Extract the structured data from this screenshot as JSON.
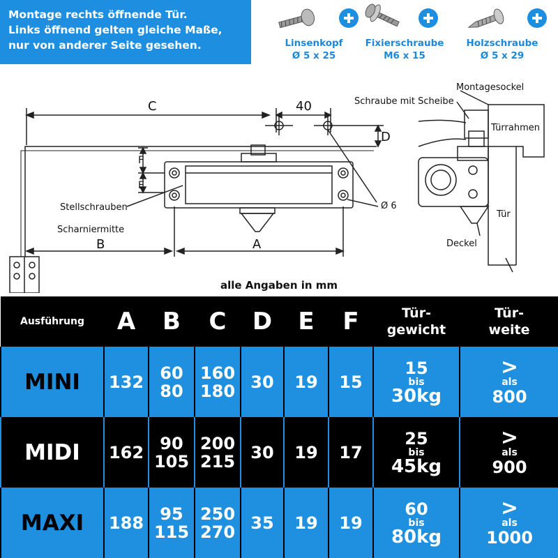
{
  "info": {
    "line1": "Montage rechts öffnende Tür.",
    "line2": "Links  öffnend gelten gleiche Maße,",
    "line3": "nur von anderer Seite gesehen."
  },
  "screws": [
    {
      "name": "Linsenkopf",
      "size": "Ø 5 x 25"
    },
    {
      "name": "Fixierschraube",
      "size": "M6 x 15"
    },
    {
      "name": "Holzschraube",
      "size": "Ø 5 x 29"
    }
  ],
  "drawing": {
    "dim_c": "C",
    "dim_40": "40",
    "dim_d": "D",
    "dim_f": "F",
    "dim_e": "E",
    "dim_b": "B",
    "dim_a": "A",
    "stellschrauben": "Stellschrauben",
    "scharniermitte": "Scharniermitte",
    "hole": "Ø 6",
    "montagesockel": "Montagesockel",
    "schraube_scheibe": "Schraube mit Scheibe",
    "tuerrahmen": "Türrahmen",
    "tuer": "Tür",
    "deckel": "Deckel"
  },
  "caption": "alle Angaben in mm",
  "table": {
    "headers": {
      "model": "Ausführung",
      "a": "A",
      "b": "B",
      "c": "C",
      "d": "D",
      "e": "E",
      "f": "F",
      "weight1": "Tür-",
      "weight2": "gewicht",
      "width1": "Tür-",
      "width2": "weite"
    },
    "rows": [
      {
        "model": "MINI",
        "a": "132",
        "b1": "60",
        "b2": "80",
        "c1": "160",
        "c2": "180",
        "d": "30",
        "e": "19",
        "f": "15",
        "w_from": "15",
        "w_mid": "bis",
        "w_to": "30kg",
        "gt": ">",
        "als": "als",
        "width": "800"
      },
      {
        "model": "MIDI",
        "a": "162",
        "b1": "90",
        "b2": "105",
        "c1": "200",
        "c2": "215",
        "d": "30",
        "e": "19",
        "f": "17",
        "w_from": "25",
        "w_mid": "bis",
        "w_to": "45kg",
        "gt": ">",
        "als": "als",
        "width": "900"
      },
      {
        "model": "MAXI",
        "a": "188",
        "b1": "95",
        "b2": "115",
        "c1": "250",
        "c2": "270",
        "d": "35",
        "e": "19",
        "f": "19",
        "w_from": "60",
        "w_mid": "bis",
        "w_to": "80kg",
        "gt": ">",
        "als": "als",
        "width": "1000"
      }
    ]
  }
}
